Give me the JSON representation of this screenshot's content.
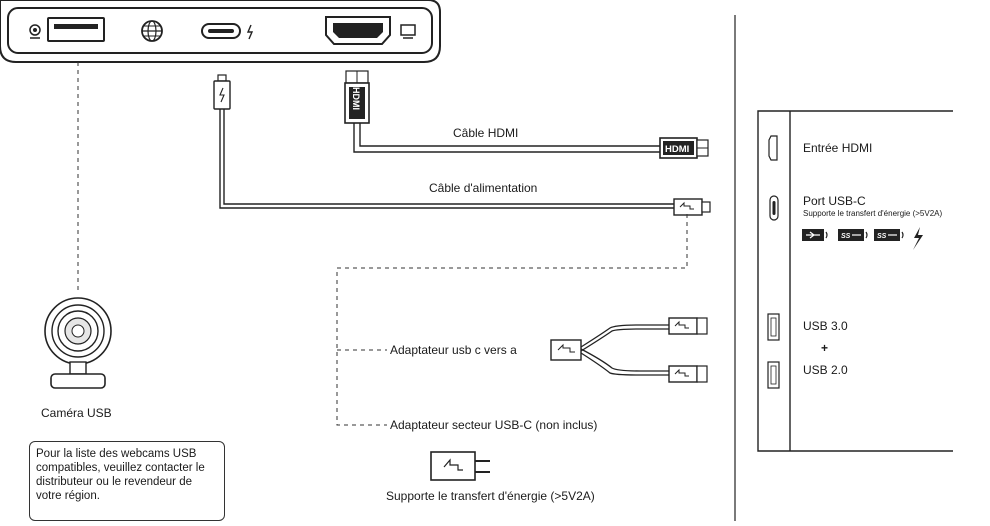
{
  "labels": {
    "hdmi_cable": "Câble HDMI",
    "power_cable": "Câble d'alimentation",
    "usb_camera": "Caméra USB",
    "y_adapter": "Adaptateur usb c vers a",
    "usbc_power_adapter": "Adaptateur secteur USB-C (non inclus)",
    "power_transfer": "Supporte le transfert d'énergie (>5V2A)",
    "webcam_note": "Pour la liste des webcams USB compatibles, veuillez contacter le distributeur ou le revendeur de votre région.",
    "hdmi_plug_text": "HDMI"
  },
  "side_panel": {
    "hdmi_in": "Entrée HDMI",
    "usbc_port": "Port USB-C",
    "usbc_sub": "Supporte le transfert d'énergie (>5V2A)",
    "usb30": "USB 3.0",
    "plus": "+",
    "usb20": "USB 2.0"
  },
  "icons": [
    "webcam-icon",
    "globe-icon",
    "lightning-icon",
    "monitor-icon",
    "usb-icon",
    "superspeed-usb-icon",
    "superspeed-10-usb-icon"
  ]
}
